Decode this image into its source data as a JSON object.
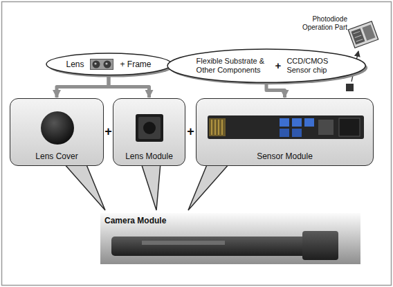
{
  "diagram": {
    "nodes": [
      {
        "text": [
          "Lens",
          "+ Frame"
        ]
      },
      {
        "text": [
          "Flexible Substrate & Other Components",
          "+",
          "CCD/CMOS Sensor chip"
        ]
      },
      {
        "text": [
          "Lens Cover"
        ]
      },
      {
        "text": [
          "Lens Module"
        ]
      },
      {
        "text": [
          "Sensor Module"
        ]
      },
      {
        "text": [
          "Camera Module"
        ]
      }
    ],
    "edges": [
      {
        "from": 0,
        "to": 2,
        "arrow": "to"
      },
      {
        "from": 0,
        "to": 3,
        "arrow": "to"
      },
      {
        "from": 1,
        "to": 4,
        "arrow": "to"
      }
    ],
    "labels": [
      "Photodiode Operation Part",
      "+",
      "+"
    ]
  }
}
